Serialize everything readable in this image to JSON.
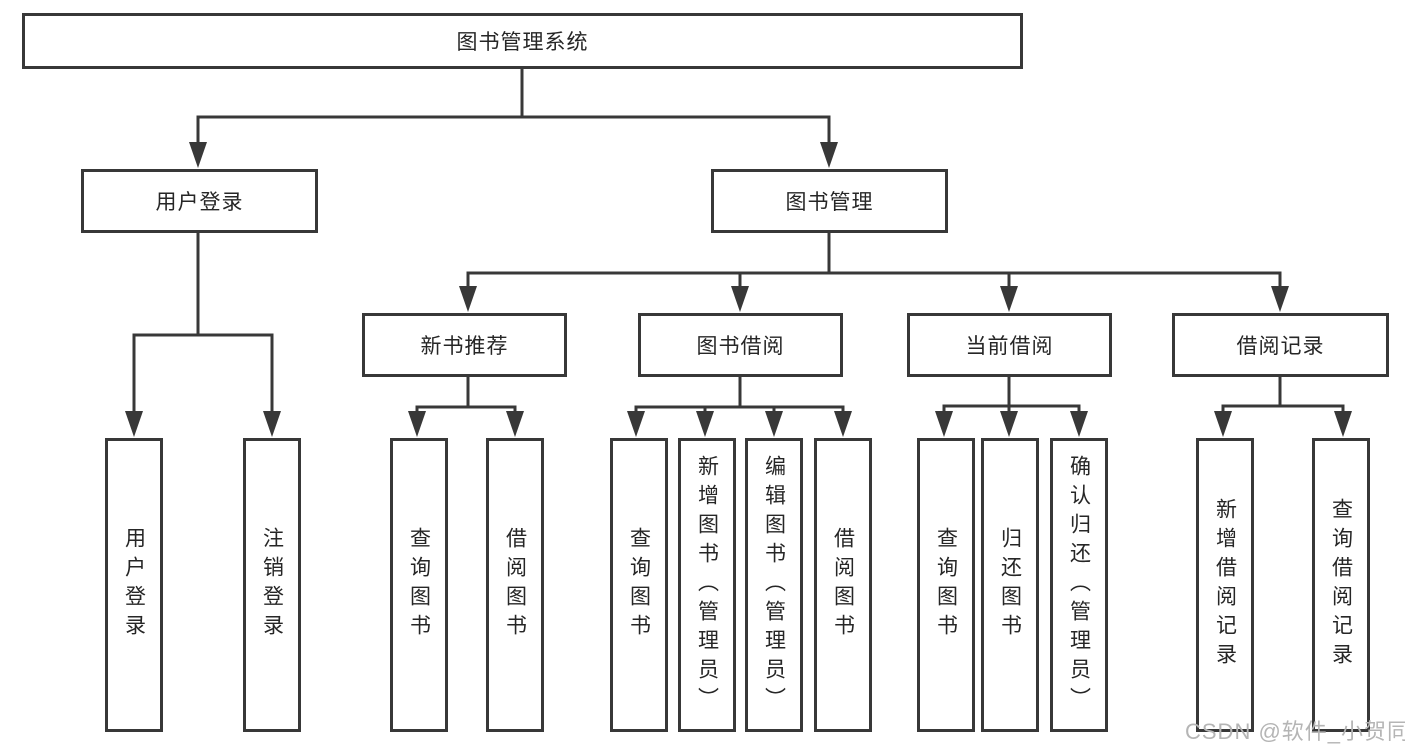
{
  "diagram": {
    "title": "图书管理系统",
    "root": {
      "label": "图书管理系统"
    },
    "level2": [
      {
        "label": "用户登录"
      },
      {
        "label": "图书管理"
      }
    ],
    "level3": [
      {
        "label": "新书推荐",
        "parent": "图书管理"
      },
      {
        "label": "图书借阅",
        "parent": "图书管理"
      },
      {
        "label": "当前借阅",
        "parent": "图书管理"
      },
      {
        "label": "借阅记录",
        "parent": "图书管理"
      }
    ],
    "leaves": [
      {
        "label": "用户登录",
        "parent": "用户登录"
      },
      {
        "label": "注销登录",
        "parent": "用户登录"
      },
      {
        "label": "查询图书",
        "parent": "新书推荐"
      },
      {
        "label": "借阅图书",
        "parent": "新书推荐"
      },
      {
        "label": "查询图书",
        "parent": "图书借阅"
      },
      {
        "label": "新增图书（管理员）",
        "parent": "图书借阅"
      },
      {
        "label": "编辑图书（管理员）",
        "parent": "图书借阅"
      },
      {
        "label": "借阅图书",
        "parent": "图书借阅"
      },
      {
        "label": "查询图书",
        "parent": "当前借阅"
      },
      {
        "label": "归还图书",
        "parent": "当前借阅"
      },
      {
        "label": "确认归还（管理员）",
        "parent": "当前借阅"
      },
      {
        "label": "新增借阅记录",
        "parent": "借阅记录"
      },
      {
        "label": "查询借阅记录",
        "parent": "借阅记录"
      }
    ]
  },
  "watermark": {
    "text": "CSDN @软件_小贺同学"
  },
  "colors": {
    "line": "#383838",
    "text": "#262626",
    "watermark": "#b5b5b5",
    "background": "#ffffff"
  }
}
